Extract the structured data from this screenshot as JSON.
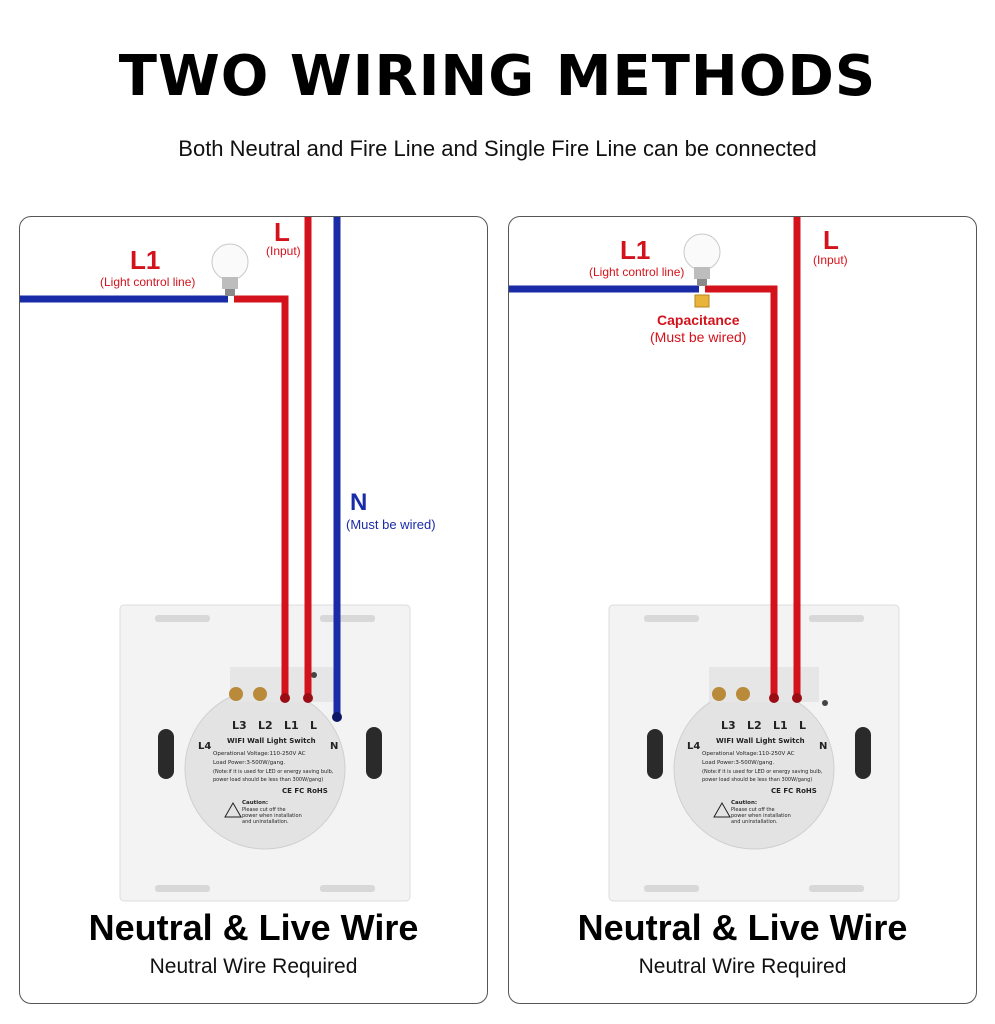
{
  "title": "TWO WIRING METHODS",
  "subtitle": "Both Neutral and Fire Line and Single Fire Line can be connected",
  "colors": {
    "live": "#d4121b",
    "neutral": "#1a2ba8",
    "border": "#555555"
  },
  "left": {
    "l1_label": "L1",
    "l1_sub": "(Light control line)",
    "l_label": "L",
    "l_sub": "(Input)",
    "n_label": "N",
    "n_sub": "(Must be wired)",
    "caption": "Neutral & Live Wire",
    "caption_sub": "Neutral Wire Required"
  },
  "right": {
    "l1_label": "L1",
    "l1_sub": "(Light control line)",
    "l_label": "L",
    "l_sub": "(Input)",
    "cap_label": "Capacitance",
    "cap_sub": "(Must be wired)",
    "caption": "Neutral & Live Wire",
    "caption_sub": "Neutral Wire Required"
  },
  "switch": {
    "terminals": [
      "L3",
      "L2",
      "L1",
      "L"
    ],
    "l4": "L4",
    "n": "N",
    "title": "WIFI Wall Light Switch",
    "spec1": "Operational Voltage:110-250V AC",
    "spec2": "Load Power:3-500W/gang.",
    "spec3": "(Note:if it is used for LED or energy saving bulb,",
    "spec4": "power load should be less than 300W/gang)",
    "certs": "CE FC RoHS",
    "caution": "Caution:",
    "caution1": "Please cut off the",
    "caution2": "power when installation",
    "caution3": "and uninstallation."
  }
}
